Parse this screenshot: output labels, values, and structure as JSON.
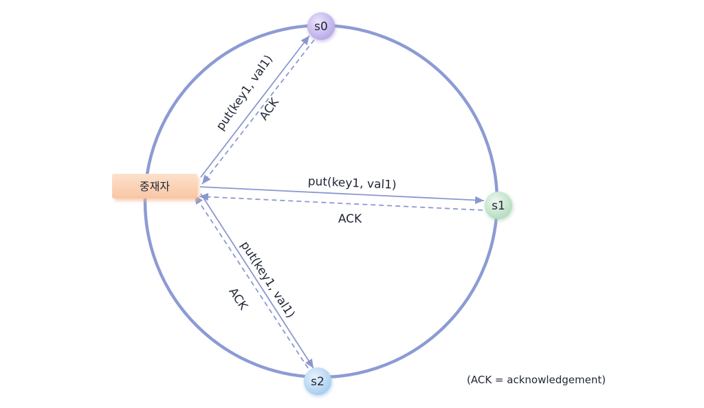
{
  "coordinator": {
    "label": "중재자"
  },
  "nodes": {
    "s0": {
      "label": "s0"
    },
    "s1": {
      "label": "s1"
    },
    "s2": {
      "label": "s2"
    }
  },
  "messages": {
    "s0": {
      "request": "put(key1, val1)",
      "response": "ACK"
    },
    "s1": {
      "request": "put(key1, val1)",
      "response": "ACK"
    },
    "s2": {
      "request": "put(key1, val1)",
      "response": "ACK"
    }
  },
  "note": "(ACK = acknowledgement)",
  "colors": {
    "ring": "#8c9bd3",
    "arrow": "#8a97cf",
    "coordinator_fill": "#fbd0b3",
    "s0_fill": "#c2b5ec",
    "s1_fill": "#c7e6cf",
    "s2_fill": "#b8d7f3"
  }
}
